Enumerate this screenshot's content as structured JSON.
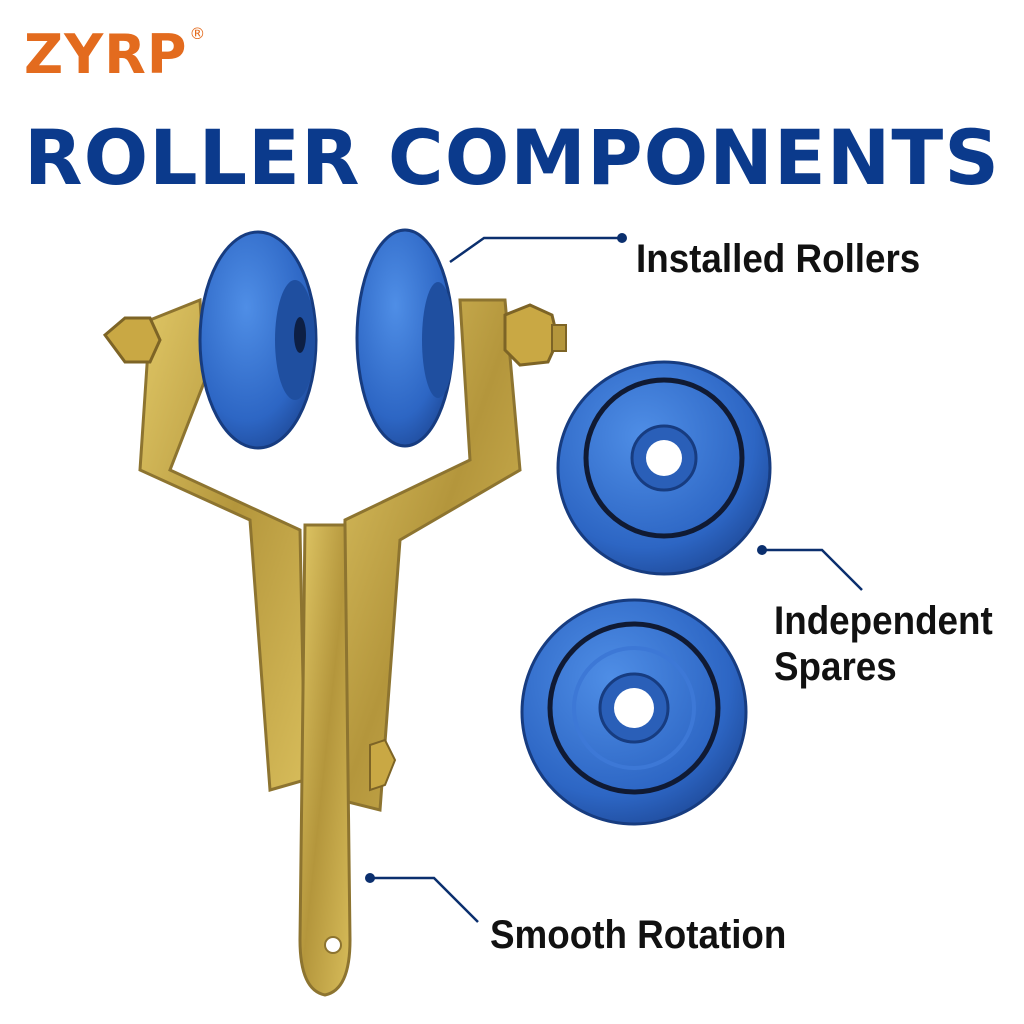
{
  "brand": {
    "name": "ZYRP",
    "registered_mark": "®",
    "color": "#e36b1e"
  },
  "headline": {
    "text": "ROLLER COMPONENTS",
    "color": "#0b3a8c"
  },
  "callouts": [
    {
      "id": "installed",
      "text": "Installed Rollers"
    },
    {
      "id": "spares",
      "text": "Independent\nSpares"
    },
    {
      "id": "rotation",
      "text": "Smooth Rotation"
    }
  ],
  "colors": {
    "roller_blue": "#2f6fcf",
    "bracket_metal": "#c2a64a",
    "callout_line": "#0b2f6e"
  },
  "icons": [
    "roller-bracket-assembly",
    "spare-roller-wheel"
  ]
}
